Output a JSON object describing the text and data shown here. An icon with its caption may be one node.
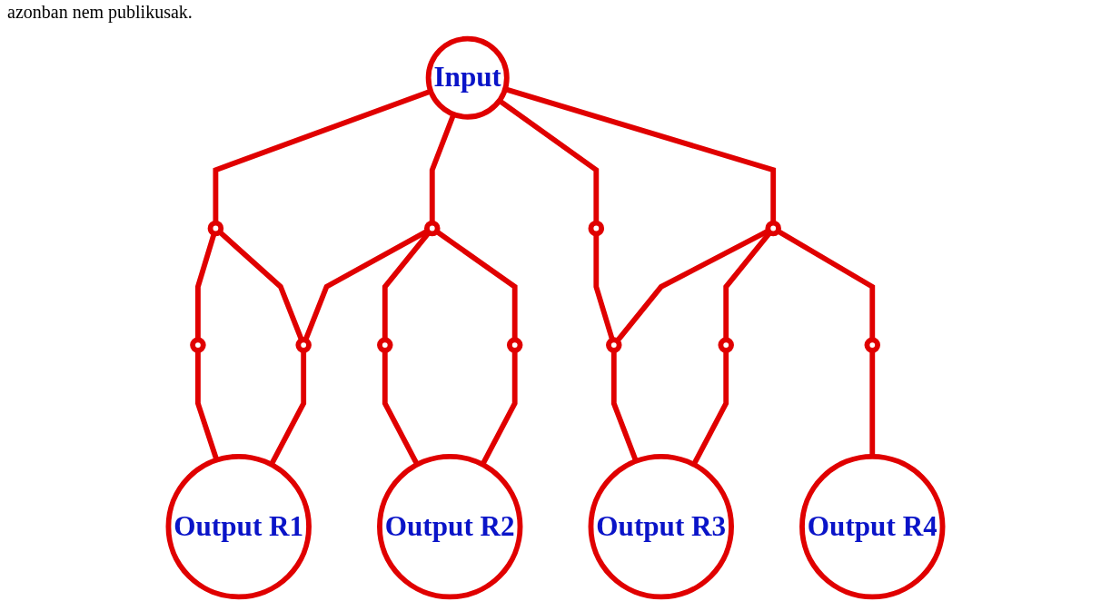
{
  "diagram": {
    "nodes": [
      {
        "text": [
          "Input"
        ]
      },
      {
        "text": [],
        "shape": "circle"
      },
      {
        "text": [],
        "shape": "circle"
      },
      {
        "text": [],
        "shape": "circle"
      },
      {
        "text": [],
        "shape": "circle"
      },
      {
        "text": [],
        "shape": "circle"
      },
      {
        "text": [],
        "shape": "circle"
      },
      {
        "text": [],
        "shape": "circle"
      },
      {
        "text": [],
        "shape": "circle"
      },
      {
        "text": [],
        "shape": "circle"
      },
      {
        "text": [],
        "shape": "circle"
      },
      {
        "text": [],
        "shape": "circle"
      },
      {
        "text": [
          "Output R1"
        ]
      },
      {
        "text": [
          "Output R2"
        ]
      },
      {
        "text": [
          "Output R3"
        ]
      },
      {
        "text": [
          "Output R4"
        ]
      }
    ],
    "edges": [
      {
        "from": 0,
        "to": 1,
        "arrow": "none"
      },
      {
        "from": 0,
        "to": 2,
        "arrow": "none"
      },
      {
        "from": 0,
        "to": 3,
        "arrow": "none"
      },
      {
        "from": 0,
        "to": 4,
        "arrow": "none"
      },
      {
        "from": 1,
        "to": 5,
        "arrow": "none"
      },
      {
        "from": 1,
        "to": 6,
        "arrow": "none"
      },
      {
        "from": 2,
        "to": 6,
        "arrow": "none"
      },
      {
        "from": 2,
        "to": 7,
        "arrow": "none"
      },
      {
        "from": 2,
        "to": 8,
        "arrow": "none"
      },
      {
        "from": 3,
        "to": 9,
        "arrow": "none"
      },
      {
        "from": 4,
        "to": 9,
        "arrow": "none"
      },
      {
        "from": 4,
        "to": 10,
        "arrow": "none"
      },
      {
        "from": 4,
        "to": 11,
        "arrow": "none"
      },
      {
        "from": 5,
        "to": 12,
        "arrow": "none"
      },
      {
        "from": 6,
        "to": 12,
        "arrow": "none"
      },
      {
        "from": 7,
        "to": 13,
        "arrow": "none"
      },
      {
        "from": 8,
        "to": 13,
        "arrow": "none"
      },
      {
        "from": 9,
        "to": 14,
        "arrow": "none"
      },
      {
        "from": 10,
        "to": 14,
        "arrow": "none"
      },
      {
        "from": 11,
        "to": 15,
        "arrow": "none"
      }
    ],
    "labels": [
      "azonban nem publikusak."
    ]
  }
}
